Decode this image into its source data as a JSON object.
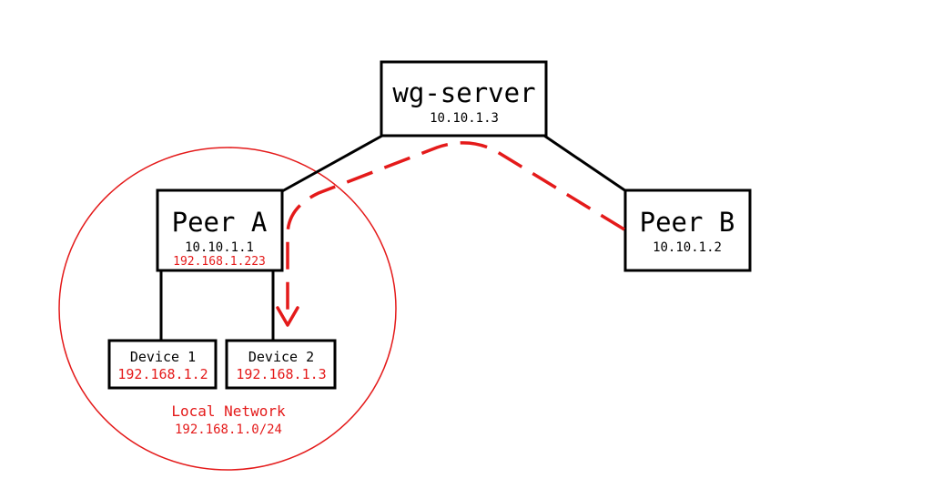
{
  "colors": {
    "box_stroke": "#000000",
    "link": "#000000",
    "accent_red": "#e41a1a",
    "text": "#000000",
    "background": "#ffffff"
  },
  "nodes": {
    "server": {
      "name": "wg-server",
      "ip": "10.10.1.3"
    },
    "peer_a": {
      "name": "Peer A",
      "ip": "10.10.1.1",
      "lan_ip": "192.168.1.223"
    },
    "peer_b": {
      "name": "Peer B",
      "ip": "10.10.1.2"
    },
    "device_1": {
      "name": "Device 1",
      "lan_ip": "192.168.1.2"
    },
    "device_2": {
      "name": "Device 2",
      "lan_ip": "192.168.1.3"
    }
  },
  "local_network": {
    "label": "Local Network",
    "subnet": "192.168.1.0/24"
  }
}
